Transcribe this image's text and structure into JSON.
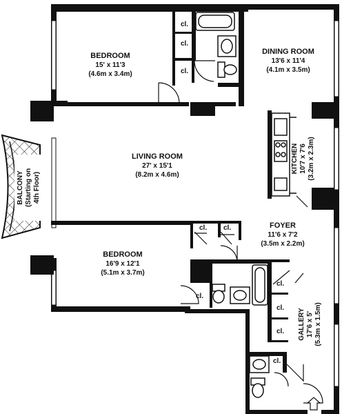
{
  "rooms": {
    "bedroom1": {
      "name": "BEDROOM",
      "dim_ft": "15' x 11'3",
      "dim_m": "(4.6m x 3.4m)"
    },
    "dining": {
      "name": "DINING ROOM",
      "dim_ft": "13'6 x 11'4",
      "dim_m": "(4.1m x 3.5m)"
    },
    "living": {
      "name": "LIVING ROOM",
      "dim_ft": "27' x 15'1",
      "dim_m": "(8.2m x 4.6m)"
    },
    "kitchen": {
      "name": "KITCHEN",
      "dim_ft": "10'7 x 7'6",
      "dim_m": "(3.2m x 2.3m)"
    },
    "foyer": {
      "name": "FOYER",
      "dim_ft": "11'6 x 7'2",
      "dim_m": "(3.5m x 2.2m)"
    },
    "bedroom2": {
      "name": "BEDROOM",
      "dim_ft": "16'9 x 12'1",
      "dim_m": "(5.1m x 3.7m)"
    },
    "gallery": {
      "name": "GALLERY",
      "dim_ft": "17'6 x 5'",
      "dim_m": "(5.3m x 1.5m)"
    },
    "balcony": {
      "line1": "BALCONY",
      "line2": "(Starting on",
      "line3": "4th Floor)"
    }
  },
  "closet_label": "cl.",
  "colors": {
    "wall": "#111111",
    "fixture": "#222222",
    "background": "#ffffff"
  }
}
